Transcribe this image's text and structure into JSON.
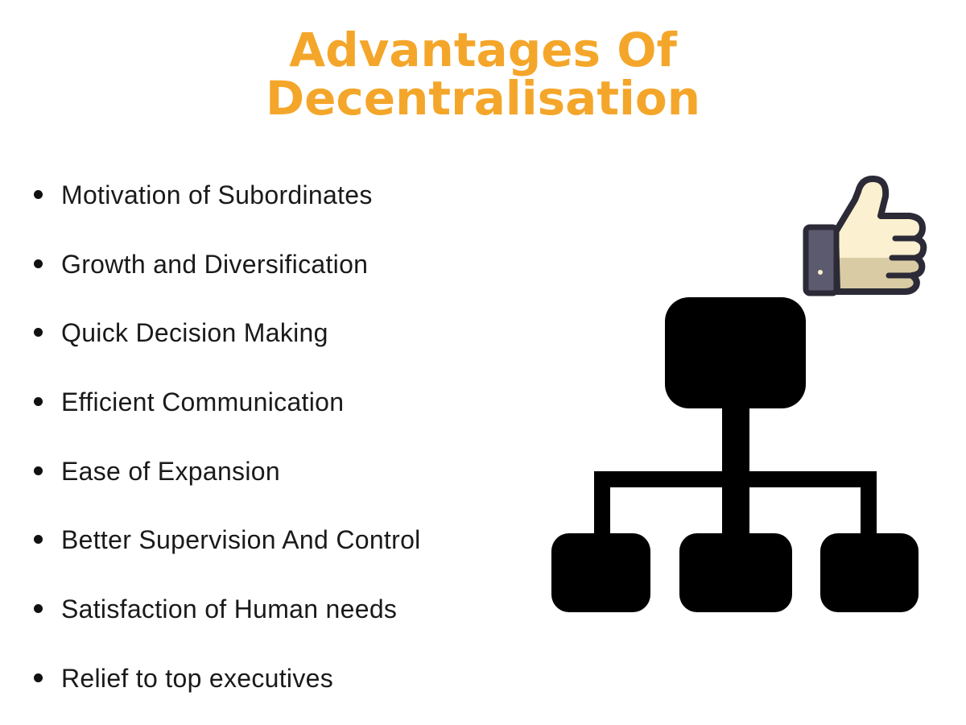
{
  "title": {
    "line1": "Advantages Of",
    "line2": "Decentralisation"
  },
  "advantages": [
    "Motivation of Subordinates",
    "Growth and Diversification",
    "Quick Decision Making",
    "Efficient Communication",
    "Ease of Expansion",
    "Better Supervision And Control",
    "Satisfaction of Human needs",
    "Relief to top executives"
  ],
  "colors": {
    "title": "#f4a62a",
    "text": "#1a1a1a",
    "chart": "#000000",
    "thumb_light": "#fbf0cf",
    "thumb_shade": "#d9cba3",
    "cuff": "#5b5a6e",
    "outline": "#2b2a36"
  },
  "icons": [
    "org-chart-icon",
    "thumbs-up-icon"
  ]
}
